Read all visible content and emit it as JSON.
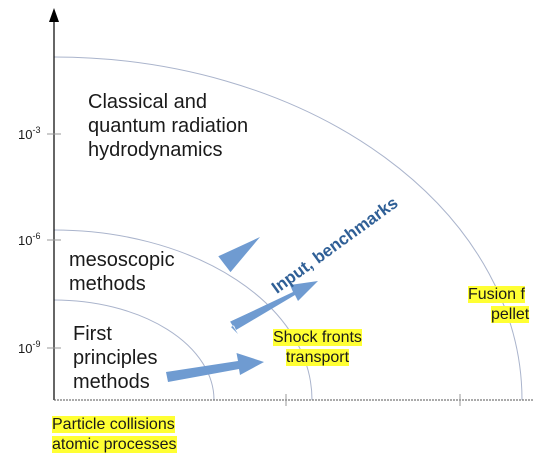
{
  "axis": {
    "ticks": [
      {
        "base": "10",
        "exp": "-3"
      },
      {
        "base": "10",
        "exp": "-6"
      },
      {
        "base": "10",
        "exp": "-9"
      }
    ]
  },
  "regions": {
    "hydro": [
      "Classical and",
      "quantum radiation",
      "hydrodynamics"
    ],
    "meso": [
      "mesoscopic",
      "methods"
    ],
    "first": [
      "First",
      "principles",
      "methods"
    ]
  },
  "labels": {
    "benchmarks": "Input, benchmarks",
    "shock": [
      "Shock fronts",
      "transport"
    ],
    "fusion": [
      "Fusion f",
      "pellet"
    ],
    "particle": [
      "Particle collisions",
      "atomic processes"
    ]
  },
  "colors": {
    "arrow": "#6f9bd1",
    "highlight": "#ffff33",
    "arc": "#aab4cc",
    "benchmark_text": "#2f5f96"
  }
}
